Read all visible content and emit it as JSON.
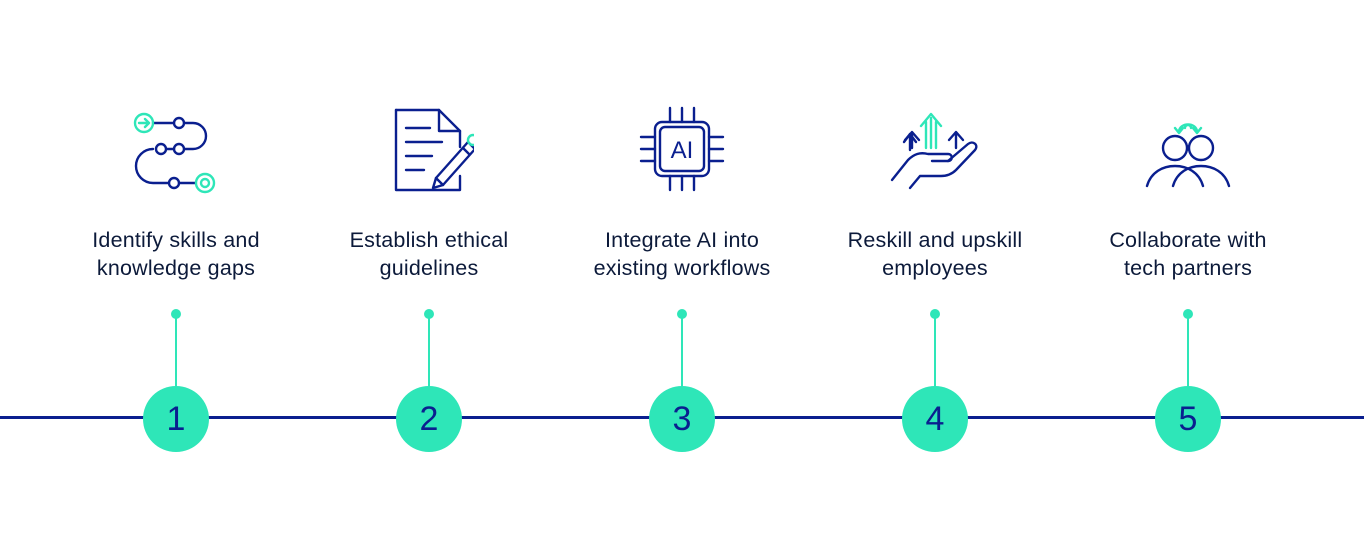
{
  "colors": {
    "navy": "#0a1f8f",
    "accent": "#2ee6b8",
    "text": "#0c1a3a"
  },
  "steps": [
    {
      "number": "1",
      "icon": "skills-path-icon",
      "line1": "Identify skills and",
      "line2": "knowledge gaps"
    },
    {
      "number": "2",
      "icon": "document-pencil-icon",
      "line1": "Establish ethical",
      "line2": "guidelines"
    },
    {
      "number": "3",
      "icon": "ai-chip-icon",
      "line1": "Integrate AI into",
      "line2": "existing workflows",
      "icon_text": "AI"
    },
    {
      "number": "4",
      "icon": "hand-growth-arrows-icon",
      "line1": "Reskill and upskill",
      "line2": "employees"
    },
    {
      "number": "5",
      "icon": "people-collaborate-icon",
      "line1": "Collaborate with",
      "line2": "tech partners"
    }
  ]
}
